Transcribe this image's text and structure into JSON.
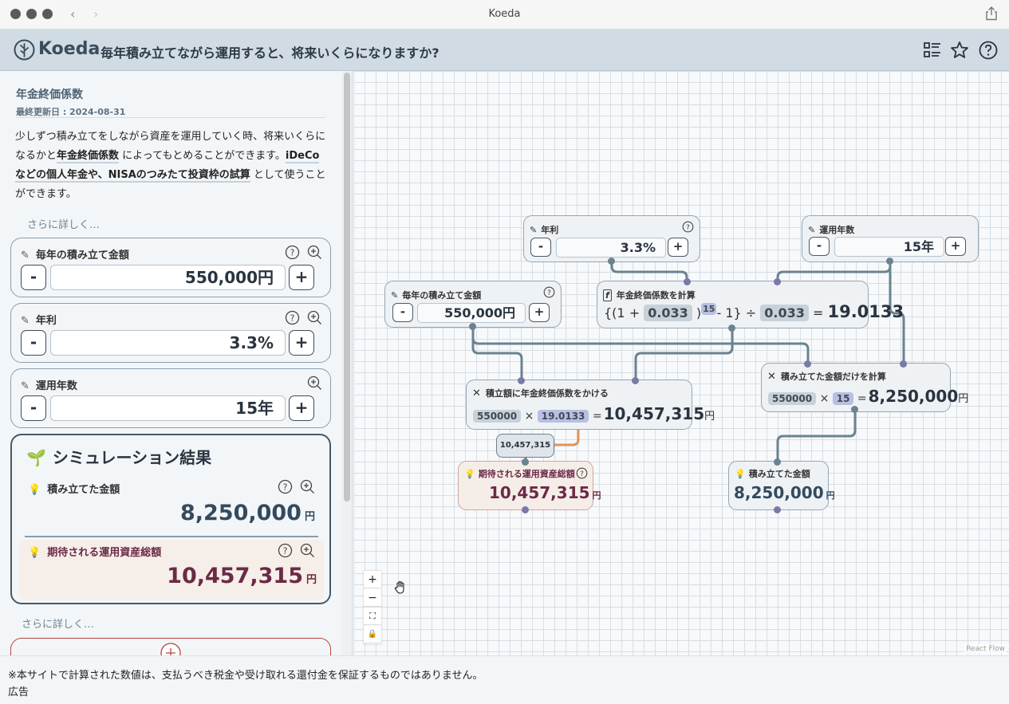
{
  "window": {
    "title": "Koeda"
  },
  "header": {
    "brand": "Koeda",
    "question": "毎年積み立てながら運用すると、将来いくらになりますか?"
  },
  "sidebar": {
    "title": "年金終価係数",
    "updated": "最終更新日 : 2024-08-31",
    "desc_1": "少しずつ積み立てをしながら資産を運用していく時、将来いくらになるかと",
    "desc_bold_1": "年金終価係数",
    "desc_2": " によってもとめることができます。",
    "desc_bold_2": "iDeCoなどの個人年金や、NISAのつみたて投資枠の試算",
    "desc_3": " として使うことができます。",
    "more_label": "さらに詳しく…",
    "more_label_2": "さらに詳しく…",
    "inputs": [
      {
        "label": "毎年の積み立て金額",
        "value": "550,000円"
      },
      {
        "label": "年利",
        "value": "3.3%"
      },
      {
        "label": "運用年数",
        "value": "15年"
      }
    ],
    "minus": "-",
    "plus": "+",
    "result": {
      "title": "シミュレーション結果",
      "contributed_label": "積み立てた金額",
      "contributed_value": "8,250,000",
      "expected_label": "期待される運用資産総額",
      "expected_value": "10,457,315",
      "yen": "円"
    }
  },
  "canvas": {
    "nodes": {
      "rate": {
        "label": "年利",
        "value": "3.3%"
      },
      "years": {
        "label": "運用年数",
        "value": "15年"
      },
      "annual": {
        "label": "毎年の積み立て金額",
        "value": "550,000円"
      },
      "factor": {
        "label": "年金終価係数を計算",
        "f_open": "{(1 +",
        "f_rate": "0.033",
        "f_paren": ")",
        "f_exp": "15",
        "f_minus": "- 1} ÷",
        "f_rate2": "0.033",
        "f_eq": "=",
        "f_result": "19.0133"
      },
      "multiply": {
        "label": "積立額に年金終価係数をかける",
        "a": "550000",
        "op": "×",
        "b": "19.0133",
        "eq": "=",
        "result": "10,457,315",
        "yen": "円"
      },
      "contrib_calc": {
        "label": "積み立てた金額だけを計算",
        "a": "550000",
        "op": "×",
        "b": "15",
        "eq": "=",
        "result": "8,250,000",
        "yen": "円"
      },
      "edge_label": "10,457,315",
      "expected_out": {
        "label": "期待される運用資産総額",
        "value": "10,457,315",
        "yen": "円"
      },
      "contrib_out": {
        "label": "積み立てた金額",
        "value": "8,250,000",
        "yen": "円"
      }
    },
    "controls": {
      "zoom_in": "+",
      "zoom_out": "−",
      "fit": "⛶",
      "lock": "🔒"
    },
    "attribution": "React Flow"
  },
  "footer": {
    "disclaimer": "※本サイトで計算された数値は、支払うべき税金や受け取れる還付金を保証するものではありません。",
    "ad": "広告"
  },
  "colors": {
    "header_bg": "#d1dbe3",
    "accent": "#45596a",
    "expected": "#6b2a45",
    "edge": "#6b8290",
    "edge_result": "#e0935a"
  }
}
